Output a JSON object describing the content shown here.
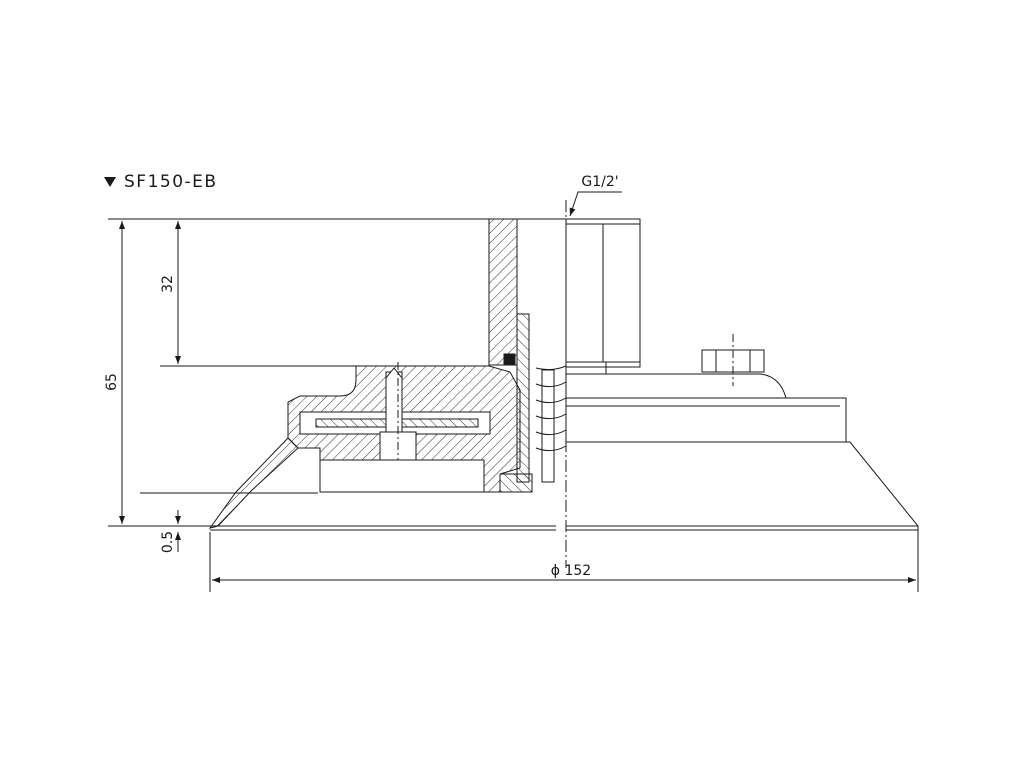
{
  "title": "SF150-EB",
  "dimensions": {
    "overall_height": "65",
    "upper_height": "32",
    "gap": "0.5",
    "diameter": "ϕ 152",
    "thread": "G1/2'"
  },
  "colors": {
    "line": "#1a1a1a",
    "background": "#ffffff"
  }
}
